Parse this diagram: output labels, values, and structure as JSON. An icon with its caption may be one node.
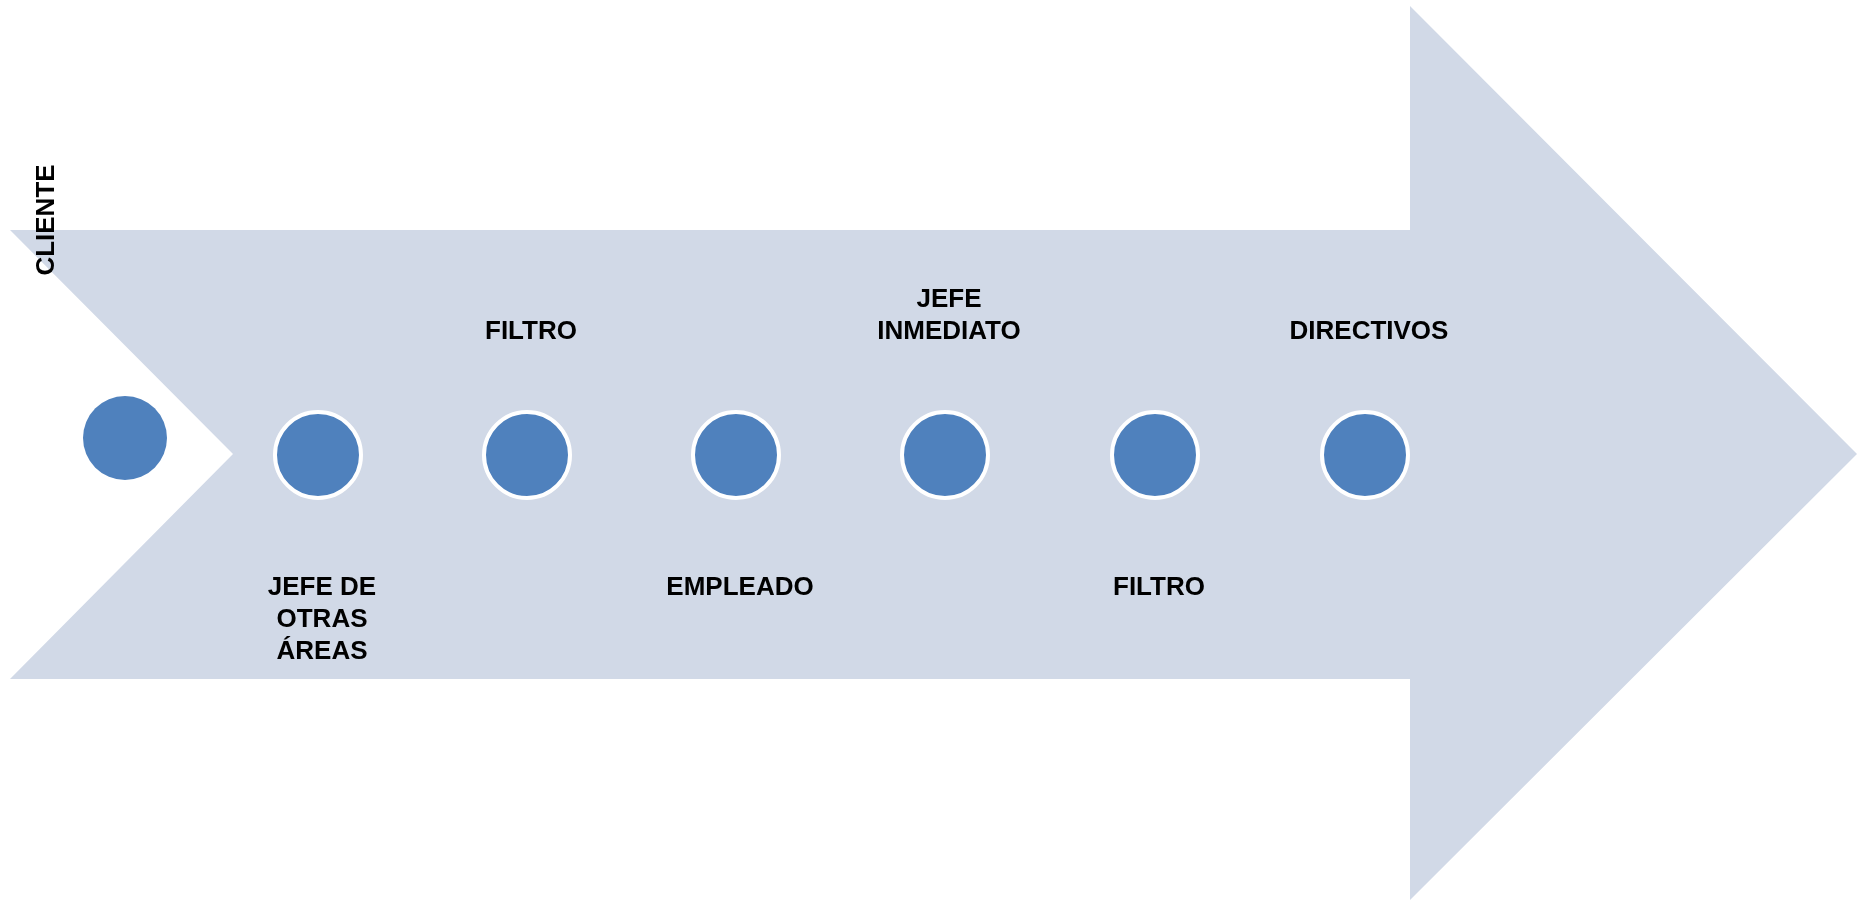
{
  "diagram": {
    "nodes": [
      {
        "text": [],
        "shape": "arrow"
      },
      {
        "text": [],
        "shape": "circle"
      },
      {
        "text": [],
        "shape": "circle",
        "beside": [
          "JEFE DE OTRAS ÁREAS"
        ],
        "in": 0
      },
      {
        "text": [],
        "shape": "circle",
        "beside": [
          "FILTRO"
        ],
        "in": 0
      },
      {
        "text": [],
        "shape": "circle",
        "beside": [
          "EMPLEADO"
        ],
        "in": 0
      },
      {
        "text": [],
        "shape": "circle",
        "beside": [
          "JEFE INMEDIATO"
        ],
        "in": 0
      },
      {
        "text": [],
        "shape": "circle",
        "beside": [
          "FILTRO"
        ],
        "in": 0
      },
      {
        "text": [],
        "shape": "circle",
        "beside": [
          "DIRECTIVOS"
        ],
        "in": 0
      }
    ],
    "labels": [
      "CLIENTE"
    ]
  }
}
